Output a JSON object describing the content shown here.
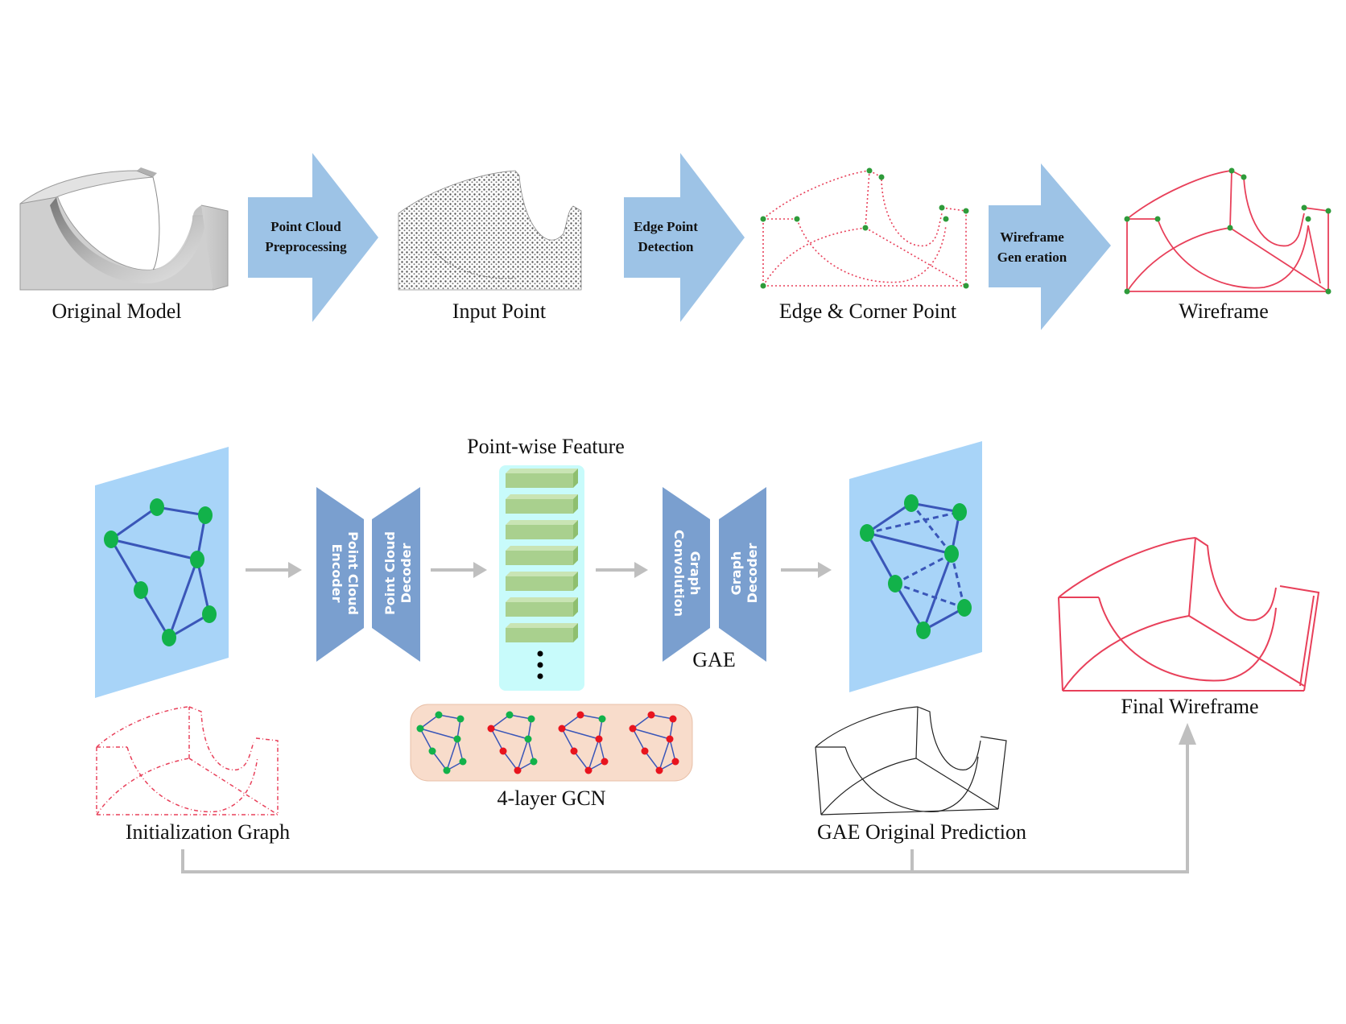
{
  "pipeline": {
    "stages": [
      {
        "caption": "Original Model"
      },
      {
        "caption": "Input Point"
      },
      {
        "caption": "Edge & Corner Point"
      },
      {
        "caption": "Wireframe"
      }
    ],
    "arrows": [
      {
        "line1": "Point Cloud",
        "line2": "Preprocessing"
      },
      {
        "line1": "Edge Point",
        "line2": "Detection"
      },
      {
        "line1": "Wireframe",
        "line2": "Gen eration"
      }
    ]
  },
  "network": {
    "pointwise_title": "Point-wise Feature",
    "encoder_line1": "Point Cloud",
    "encoder_line2": "Encoder",
    "decoder_line1": "Point Cloud",
    "decoder_line2": "Decoder",
    "gconv_line1": "Graph",
    "gconv_line2": "Convolution",
    "gdec_line1": "Graph",
    "gdec_line2": "Decoder",
    "gae_label": "GAE",
    "gcn_label": "4-layer GCN",
    "init_caption": "Initialization Graph",
    "gae_pred_caption": "GAE Original Prediction",
    "final_caption": "Final Wireframe"
  },
  "colors": {
    "arrow_fill": "#9DC3E6",
    "block_fill": "#7A9FCF",
    "panel_fill": "#A8D4F8",
    "node_green": "#12B24A",
    "node_red": "#E8141E",
    "edge_blue": "#3A56B8",
    "wire_red": "#E8405A",
    "feature_green": "#A9D08E",
    "feature_bg": "#C8FBFB",
    "gcn_bg": "#F8DCCB",
    "connector_gray": "#BFBFBF"
  }
}
